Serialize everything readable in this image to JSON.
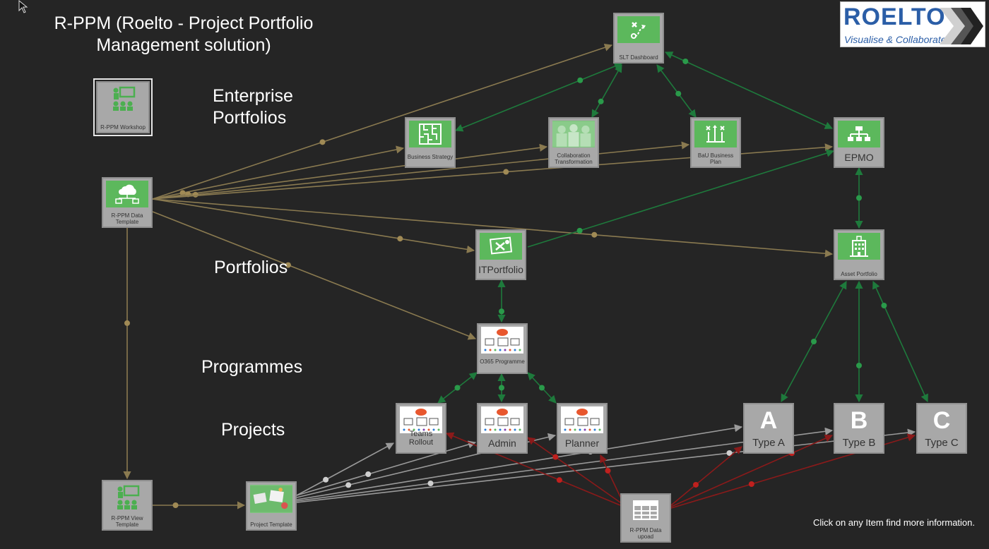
{
  "title": "R-PPM (Roelto - Project Portfolio Management solution)",
  "sections": {
    "enterprise": "Enterprise Portfolios",
    "portfolios": "Portfolios",
    "programmes": "Programmes",
    "projects": "Projects"
  },
  "footer_note": "Click on any Item find more information.",
  "logo": {
    "word": "ROELTO",
    "tagline": "Visualise & Collaborate"
  },
  "colors": {
    "edge_tan": "#8a7a50",
    "edge_green": "#1e7a3c",
    "edge_grey": "#9a9a9a",
    "edge_red": "#8b1a1a",
    "tile_green": "#5cb85c"
  },
  "nodes": {
    "workshop": {
      "label": "R-PPM Workshop",
      "icon": "presentation-icon"
    },
    "data_template": {
      "label": "R-PPM Data Template",
      "icon": "cloud-network-icon"
    },
    "view_template": {
      "label": "R-PPM View Template",
      "icon": "presentation-icon"
    },
    "project_template": {
      "label": "Project Template",
      "icon": "project-photo-icon"
    },
    "data_upload": {
      "label": "R-PPM Data upoad",
      "icon": "table-icon"
    },
    "slt_dashboard": {
      "label": "SLT Dashboard",
      "icon": "strategy-path-icon"
    },
    "business_strategy": {
      "label": "Business Strategy",
      "icon": "maze-icon"
    },
    "collab_transformation": {
      "label": "Collaboration Transformation",
      "icon": "people-photo-icon"
    },
    "bau_business_plan": {
      "label": "BaU Business Plan",
      "icon": "tactics-icon"
    },
    "epmo": {
      "label": "EPMO",
      "icon": "org-chart-icon"
    },
    "it_portfolio": {
      "label": "ITPortfolio",
      "icon": "it-tools-icon"
    },
    "asset_portfolio": {
      "label": "Asset Portfolio",
      "icon": "building-icon"
    },
    "o365_programme": {
      "label": "O365 Programme",
      "icon": "cloud-devices-icon"
    },
    "teams_rollout": {
      "label": "Teams Rollout",
      "icon": "cloud-devices-icon"
    },
    "admin": {
      "label": "Admin",
      "icon": "cloud-devices-icon"
    },
    "planner": {
      "label": "Planner",
      "icon": "cloud-devices-icon"
    },
    "type_a": {
      "letter": "A",
      "label": "Type A"
    },
    "type_b": {
      "letter": "B",
      "label": "Type B"
    },
    "type_c": {
      "letter": "C",
      "label": "Type C"
    }
  }
}
